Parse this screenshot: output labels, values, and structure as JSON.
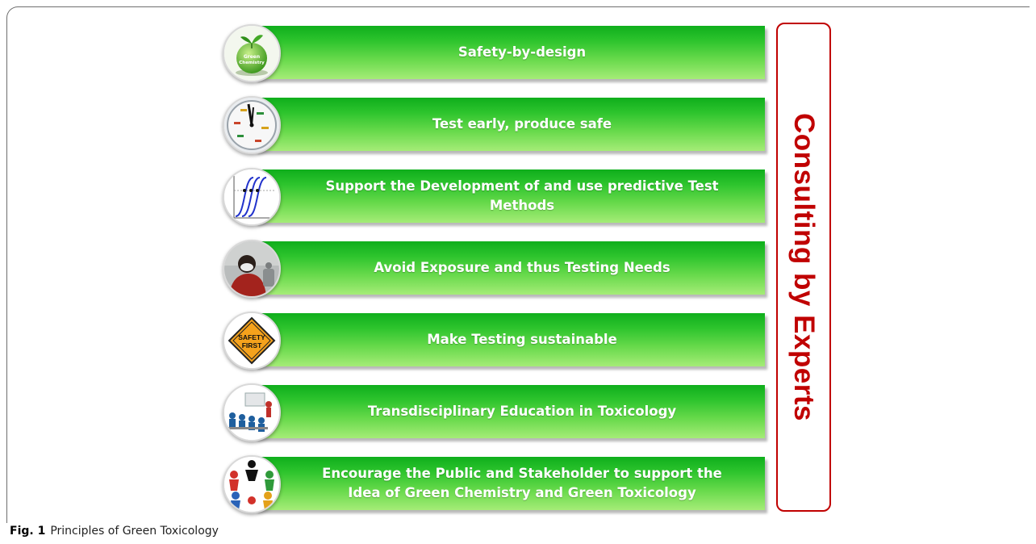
{
  "principles": [
    {
      "label": "Safety-by-design",
      "icon": "green-chemistry-globe-icon"
    },
    {
      "label": "Test early, produce safe",
      "icon": "clock-icon"
    },
    {
      "label": "Support the Development of and use predictive Test Methods",
      "icon": "dose-response-curves-icon"
    },
    {
      "label": "Avoid Exposure and thus Testing Needs",
      "icon": "smog-mask-person-icon"
    },
    {
      "label": "Make Testing sustainable",
      "icon": "safety-first-sign-icon"
    },
    {
      "label": "Transdisciplinary Education in Toxicology",
      "icon": "classroom-icon"
    },
    {
      "label": "Encourage the Public and Stakeholder to support the Idea of Green Chemistry and Green Toxicology",
      "icon": "people-circle-icon"
    }
  ],
  "icon_text": {
    "globe": [
      "Green",
      "Chemistry"
    ],
    "safety": [
      "SAFETY",
      "FIRST"
    ]
  },
  "side_label": "Consulting by Experts",
  "caption": {
    "label": "Fig. 1",
    "text": "Principles of Green Toxicology"
  },
  "colors": {
    "bar_top": "#0fae1c",
    "bar_bottom": "#a5ec77",
    "side_label": "#c00000"
  }
}
